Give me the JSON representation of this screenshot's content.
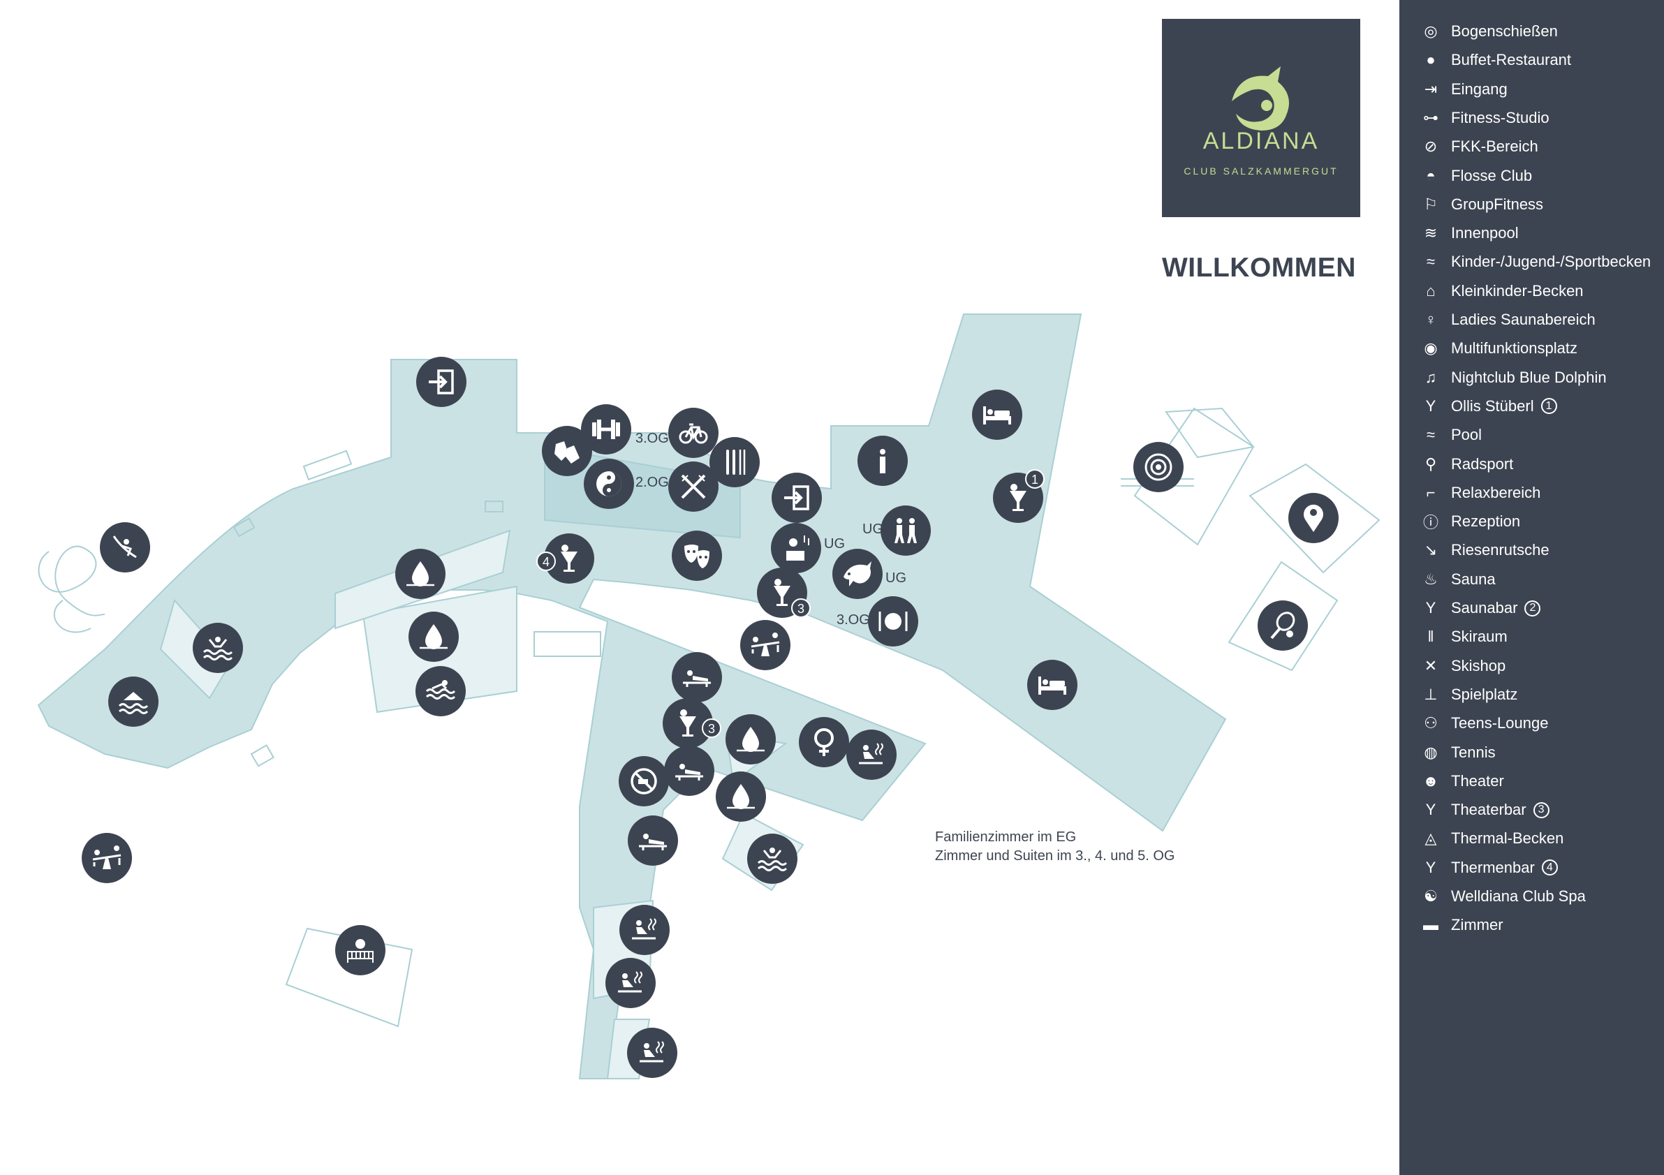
{
  "logo": {
    "brand": "ALDIANA",
    "subtitle": "CLUB SALZKAMMERGUT"
  },
  "welcome": "WILLKOMMEN",
  "note": {
    "line1": "Familienzimmer im EG",
    "line2": "Zimmer und Suiten im 3., 4. und 5. OG"
  },
  "colors": {
    "panel": "#3d4451",
    "building": "#cbe2e4",
    "outline": "#a9cfd4",
    "accent": "#c6dd93"
  },
  "floor_labels": {
    "og3_a": "3.OG",
    "og2": "2.OG",
    "ug_a": "UG",
    "ug_b": "UG",
    "ug_c": "UG",
    "og3_b": "3.OG"
  },
  "map_badges": {
    "b4": "4",
    "b3_a": "3",
    "b3_b": "3",
    "b1": "1"
  },
  "legend": [
    {
      "label": "Bogenschießen",
      "icon": "target-icon"
    },
    {
      "label": "Buffet-Restaurant",
      "icon": "plate-icon"
    },
    {
      "label": "Eingang",
      "icon": "entrance-icon"
    },
    {
      "label": "Fitness-Studio",
      "icon": "dumbbell-icon"
    },
    {
      "label": "FKK-Bereich",
      "icon": "fkk-icon"
    },
    {
      "label": "Flosse Club",
      "icon": "dolphin-icon"
    },
    {
      "label": "GroupFitness",
      "icon": "group-fitness-icon"
    },
    {
      "label": "Innenpool",
      "icon": "indoor-pool-icon"
    },
    {
      "label": "Kinder-/Jugend-/Sportbecken",
      "icon": "swimmer-icon"
    },
    {
      "label": "Kleinkinder-Becken",
      "icon": "kids-pool-icon"
    },
    {
      "label": "Ladies Saunabereich",
      "icon": "female-icon"
    },
    {
      "label": "Multifunktionsplatz",
      "icon": "location-pin-icon"
    },
    {
      "label": "Nightclub Blue Dolphin",
      "icon": "nightclub-icon"
    },
    {
      "label": "Ollis Stüberl",
      "icon": "cocktail-icon",
      "badge": "1"
    },
    {
      "label": "Pool",
      "icon": "waves-icon"
    },
    {
      "label": "Radsport",
      "icon": "bicycle-icon"
    },
    {
      "label": "Relaxbereich",
      "icon": "lounger-icon"
    },
    {
      "label": "Rezeption",
      "icon": "info-icon"
    },
    {
      "label": "Riesenrutsche",
      "icon": "slide-icon"
    },
    {
      "label": "Sauna",
      "icon": "sauna-icon"
    },
    {
      "label": "Saunabar",
      "icon": "cocktail-icon",
      "badge": "2"
    },
    {
      "label": "Skiraum",
      "icon": "skis-icon"
    },
    {
      "label": "Skishop",
      "icon": "crossed-skis-icon"
    },
    {
      "label": "Spielplatz",
      "icon": "seesaw-icon"
    },
    {
      "label": "Teens-Lounge",
      "icon": "teens-icon"
    },
    {
      "label": "Tennis",
      "icon": "tennis-icon"
    },
    {
      "label": "Theater",
      "icon": "theater-masks-icon"
    },
    {
      "label": "Theaterbar",
      "icon": "cocktail-icon",
      "badge": "3"
    },
    {
      "label": "Thermal-Becken",
      "icon": "water-drop-icon"
    },
    {
      "label": "Thermenbar",
      "icon": "cocktail-icon",
      "badge": "4"
    },
    {
      "label": "Welldiana Club Spa",
      "icon": "yin-yang-icon"
    },
    {
      "label": "Zimmer",
      "icon": "bed-icon"
    }
  ]
}
